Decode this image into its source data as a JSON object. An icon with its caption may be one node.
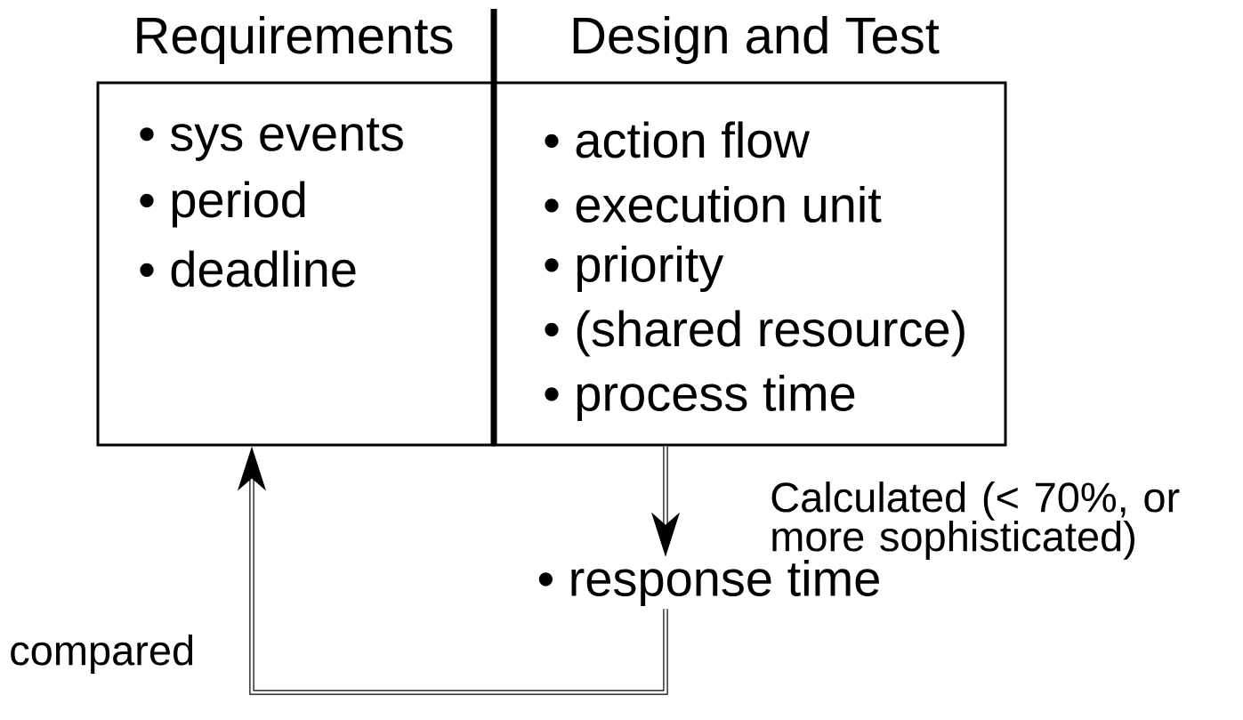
{
  "diagram": {
    "nodes": [
      {
        "text": [
          "Requirements",
          "• sys events",
          "• period",
          "• deadline"
        ]
      },
      {
        "text": [
          "Design and Test",
          "• action flow",
          "• execution unit",
          "• priority",
          "• (shared resource)",
          "• process time"
        ]
      },
      {
        "text": [
          "• response time"
        ]
      }
    ],
    "edges": [
      {
        "from": 1,
        "to": 2,
        "arrow": "to",
        "label": "Calculated (< 70%, or more sophisticated)"
      },
      {
        "from": 2,
        "to": 0,
        "arrow": "to",
        "label": "compared"
      }
    ]
  }
}
